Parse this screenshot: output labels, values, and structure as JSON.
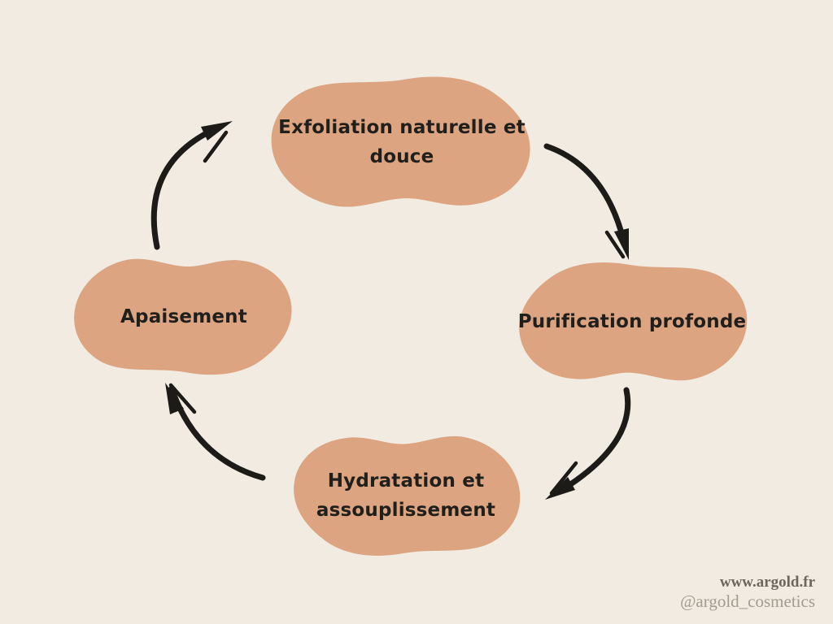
{
  "colors": {
    "background": "#f1ebe1",
    "blob": "#dca480",
    "text": "#211f1c",
    "arrow": "#1c1b18",
    "footer-site": "#6d665c",
    "footer-handle": "#a49b8f"
  },
  "cycle": {
    "nodes": [
      {
        "id": "exfoliation",
        "position": "top",
        "lines": [
          "Exfoliation naturelle et",
          "douce"
        ]
      },
      {
        "id": "purification",
        "position": "right",
        "lines": [
          "Purification profonde"
        ]
      },
      {
        "id": "hydratation",
        "position": "bottom",
        "lines": [
          "Hydratation et",
          "assouplissement"
        ]
      },
      {
        "id": "apaisement",
        "position": "left",
        "lines": [
          "Apaisement"
        ]
      }
    ],
    "arrows": [
      {
        "from": "apaisement",
        "to": "exfoliation"
      },
      {
        "from": "exfoliation",
        "to": "purification"
      },
      {
        "from": "purification",
        "to": "hydratation"
      },
      {
        "from": "hydratation",
        "to": "apaisement"
      }
    ]
  },
  "footer": {
    "website": "www.argold.fr",
    "handle": "@argold_cosmetics"
  }
}
